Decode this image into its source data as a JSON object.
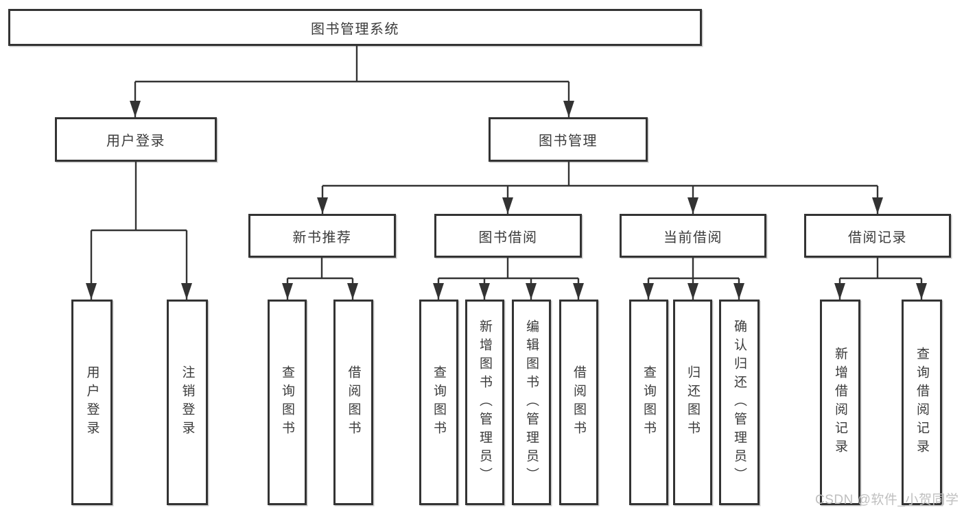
{
  "nodes": {
    "root": "图书管理系统",
    "user_login": "用户登录",
    "book_management": "图书管理",
    "new_book_recommend": "新书推荐",
    "book_borrow": "图书借阅",
    "current_borrow": "当前借阅",
    "borrow_record": "借阅记录",
    "leaf_user_login": "用户登录",
    "leaf_logout": "注销登录",
    "leaf_query_book_rec": "查询图书",
    "leaf_borrow_book_rec": "借阅图书",
    "leaf_query_book_borrow": "查询图书",
    "leaf_add_book": "新增图书（管理员）",
    "leaf_edit_book": "编辑图书（管理员）",
    "leaf_borrow_book_2": "借阅图书",
    "leaf_query_book_current": "查询图书",
    "leaf_return_book": "归还图书",
    "leaf_confirm_return": "确认归还（管理员）",
    "leaf_add_borrow_record": "新增借阅记录",
    "leaf_query_borrow_record": "查询借阅记录"
  },
  "watermark": {
    "text": "CSDN @软件_小贺同学"
  },
  "colors": {
    "line": "#333333",
    "box_border": "#333333",
    "box_bg": "#ffffff",
    "text": "#3b3b3b",
    "background": "#ffffff",
    "watermark": "#bfbfbf"
  }
}
